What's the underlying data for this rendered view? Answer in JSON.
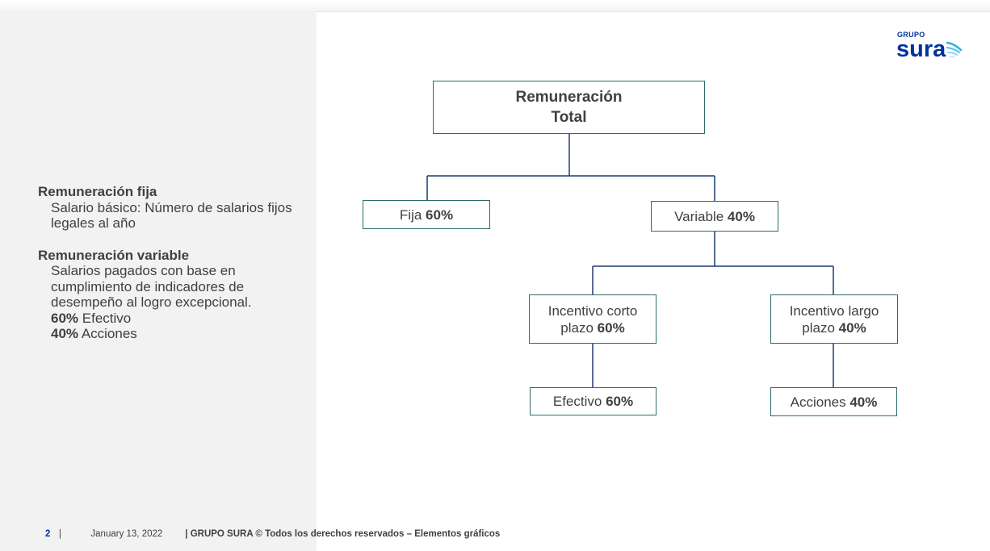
{
  "logo": {
    "top": "GRUPO",
    "word": "sura"
  },
  "sidebar": {
    "fixed_heading": "Remuneración fija",
    "fixed_text": "Salario básico: Número de salarios fijos legales al año",
    "variable_heading": "Remuneración variable",
    "variable_text": "Salarios pagados con base en cumplimiento de indicadores de desempeño al logro excepcional.",
    "cash_pct": "60%",
    "cash_label": " Efectivo",
    "shares_pct": "40%",
    "shares_label": " Acciones"
  },
  "diagram": {
    "root_line1": "Remuneración",
    "root_line2": "Total",
    "fixed_label": "Fija ",
    "fixed_pct": "60%",
    "variable_label": "Variable ",
    "variable_pct": "40%",
    "short_line1": "Incentivo corto",
    "short_line2": "plazo ",
    "short_pct": "60%",
    "long_line1": "Incentivo largo",
    "long_line2": "plazo ",
    "long_pct": "40%",
    "cash_label": "Efectivo ",
    "cash_pct": "60%",
    "shares_label": "Acciones ",
    "shares_pct": "40%"
  },
  "footer": {
    "page": "2",
    "separator": "|",
    "date": "January 13, 2022",
    "rights": "| GRUPO SURA © Todos los derechos reservados – Elementos gráficos"
  },
  "colors": {
    "box_border": "#2d6b6b",
    "connector": "#1f3a6e",
    "brand": "#0033a0",
    "panel": "#f2f2f2"
  }
}
